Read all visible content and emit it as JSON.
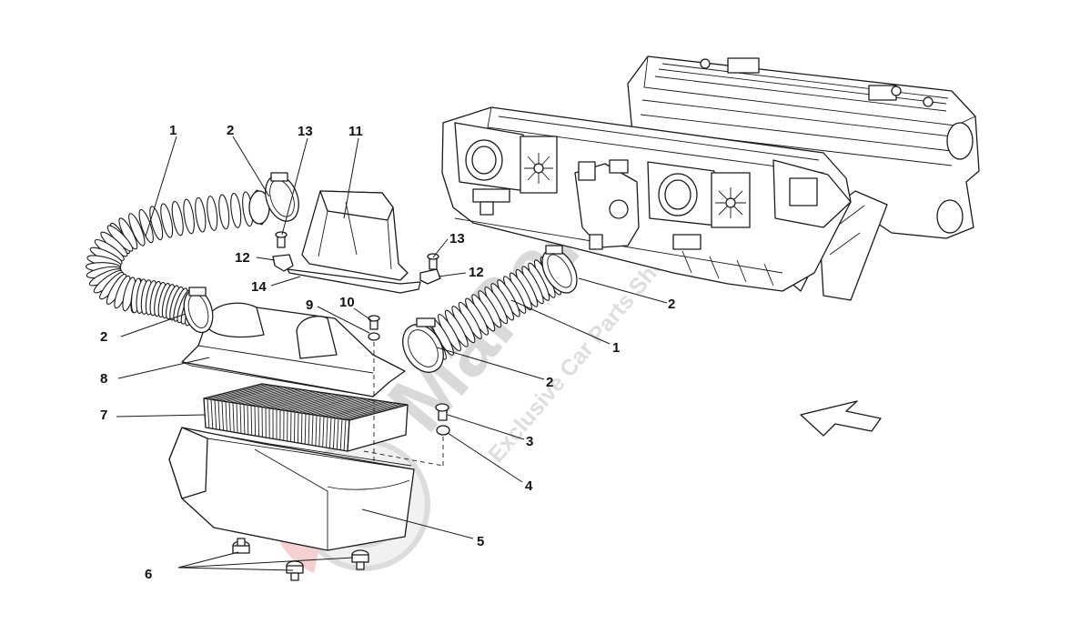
{
  "diagram": {
    "callouts": [
      {
        "id": "c1a",
        "label": "1"
      },
      {
        "id": "c2a",
        "label": "2"
      },
      {
        "id": "c13a",
        "label": "13"
      },
      {
        "id": "c11",
        "label": "11"
      },
      {
        "id": "c12a",
        "label": "12"
      },
      {
        "id": "c14",
        "label": "14"
      },
      {
        "id": "c9",
        "label": "9"
      },
      {
        "id": "c10",
        "label": "10"
      },
      {
        "id": "c13b",
        "label": "13"
      },
      {
        "id": "c12b",
        "label": "12"
      },
      {
        "id": "c2b",
        "label": "2"
      },
      {
        "id": "c2c",
        "label": "2"
      },
      {
        "id": "c1b",
        "label": "1"
      },
      {
        "id": "c8",
        "label": "8"
      },
      {
        "id": "c2d",
        "label": "2"
      },
      {
        "id": "c7",
        "label": "7"
      },
      {
        "id": "c3",
        "label": "3"
      },
      {
        "id": "c4",
        "label": "4"
      },
      {
        "id": "c5",
        "label": "5"
      },
      {
        "id": "c6",
        "label": "6"
      }
    ]
  },
  "watermark": {
    "brand": "MaParts",
    "tagline": "Exclusive Car Parts Shop",
    "colors": {
      "logo_red": "#f2c4c4",
      "logo_grey": "#d6d6d6"
    }
  }
}
